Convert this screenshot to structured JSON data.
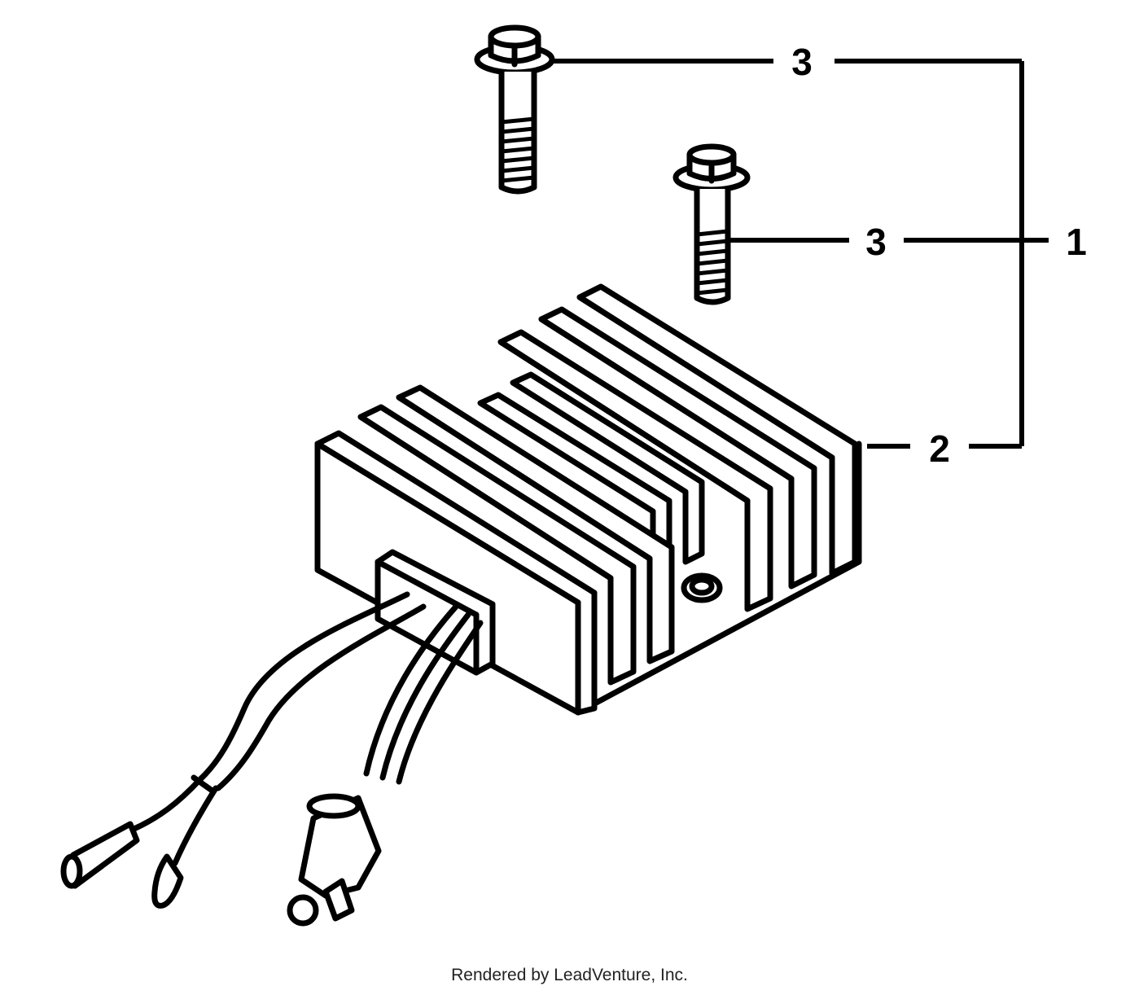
{
  "callouts": {
    "bolt_upper": "3",
    "bolt_lower": "3",
    "assembly": "1",
    "regulator": "2"
  },
  "footer": {
    "text": "Rendered by LeadVenture, Inc."
  },
  "colors": {
    "ink": "#000000",
    "paper": "#ffffff"
  },
  "icons": {
    "bolt": "hex-flange-bolt",
    "regulator": "finned-heatsink-regulator"
  }
}
